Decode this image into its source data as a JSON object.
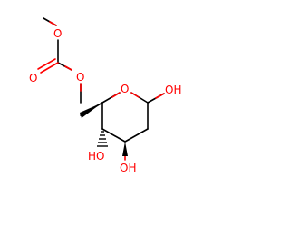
{
  "molecule": {
    "colors": {
      "bond": "#000000",
      "oxygen": "#ff0000",
      "background": "#ffffff"
    },
    "labels": {
      "ester_o_top": "O",
      "carbonyl_o": "O",
      "ester_o_chain": "O",
      "ring_o": "O",
      "anomeric_oh": "OH",
      "c4_oh": "HO",
      "c3_oh": "OH"
    }
  }
}
